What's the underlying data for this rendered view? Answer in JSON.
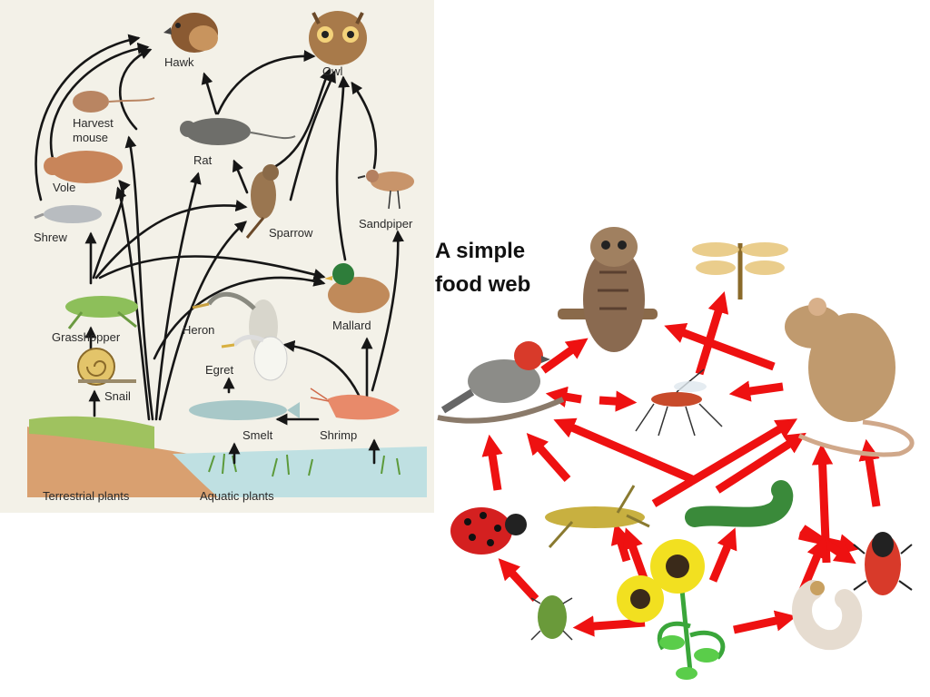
{
  "left_panel": {
    "background": "#f3f1e8",
    "organisms": {
      "hawk": "Hawk",
      "owl": "Owl",
      "harvest_mouse": [
        "Harvest",
        "mouse"
      ],
      "rat": "Rat",
      "vole": "Vole",
      "sparrow": "Sparrow",
      "sandpiper": "Sandpiper",
      "shrew": "Shrew",
      "mallard": "Mallard",
      "grasshopper": "Grasshopper",
      "heron": "Heron",
      "egret": "Egret",
      "snail": "Snail",
      "smelt": "Smelt",
      "shrimp": "Shrimp"
    },
    "producers": {
      "terrestrial": "Terrestrial plants",
      "aquatic": "Aquatic plants"
    }
  },
  "right_panel": {
    "title_line1": "A simple",
    "title_line2": "food web",
    "arrow_color": "#ee1111",
    "organisms": [
      "owl-icon",
      "dragonfly-icon",
      "finch-icon",
      "mosquito-icon",
      "mouse-icon",
      "ladybug-icon",
      "grasshopper-icon",
      "caterpillar-icon",
      "assassin-bug-icon",
      "aphid-icon",
      "sunflower-icon",
      "grub-icon"
    ]
  }
}
